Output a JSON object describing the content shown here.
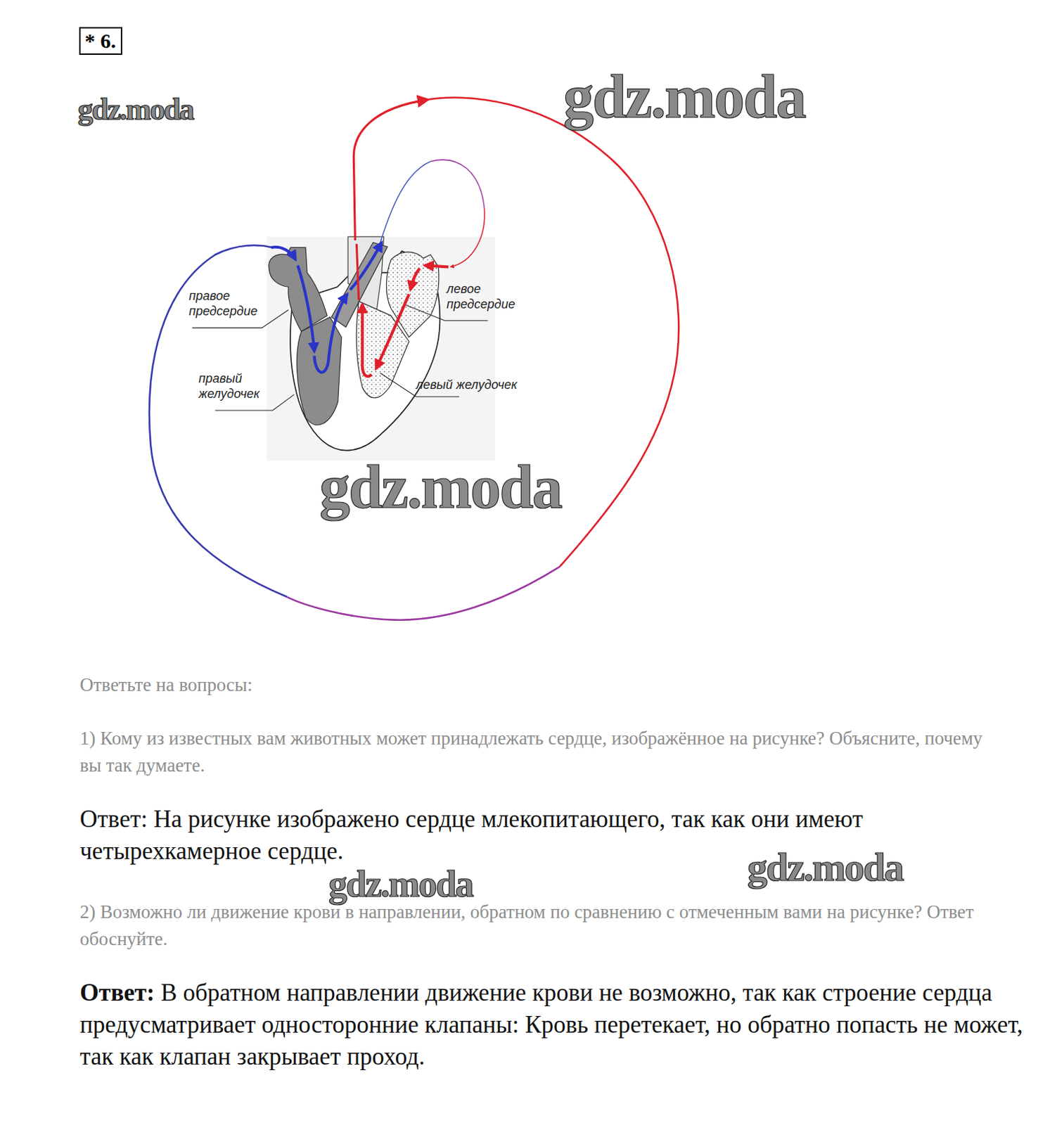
{
  "diagram": {
    "nodes": [
      {
        "text": [
          "* 6."
        ]
      }
    ],
    "labels": [
      "gdz.moda",
      "gdz.moda",
      "правое предсердие",
      "левое предсердие",
      "правый желудочек",
      "левый желудочек",
      "gdz.moda",
      "Ответьте на вопросы:",
      "1) Кому из известных вам животных может принадлежать сердце, изображённое на рисунке? Объясните, почему вы так думаете.",
      "Ответ: На рисунке изображено сердце млекопитающего, так как они имеют четырехкамерное сердце.",
      "gdz.moda",
      "gdz.moda",
      "2) Возможно ли движение крови в направлении, обратном по сравнению с отмеченным вами на рисунке? Ответ обоснуйте.",
      "Ответ:",
      "В обратном направлении движение крови не возможно, так как строение сердца предусматривает односторонние клапаны: Кровь перетекает, но обратно попасть не может, так как клапан закрывает проход."
    ]
  }
}
